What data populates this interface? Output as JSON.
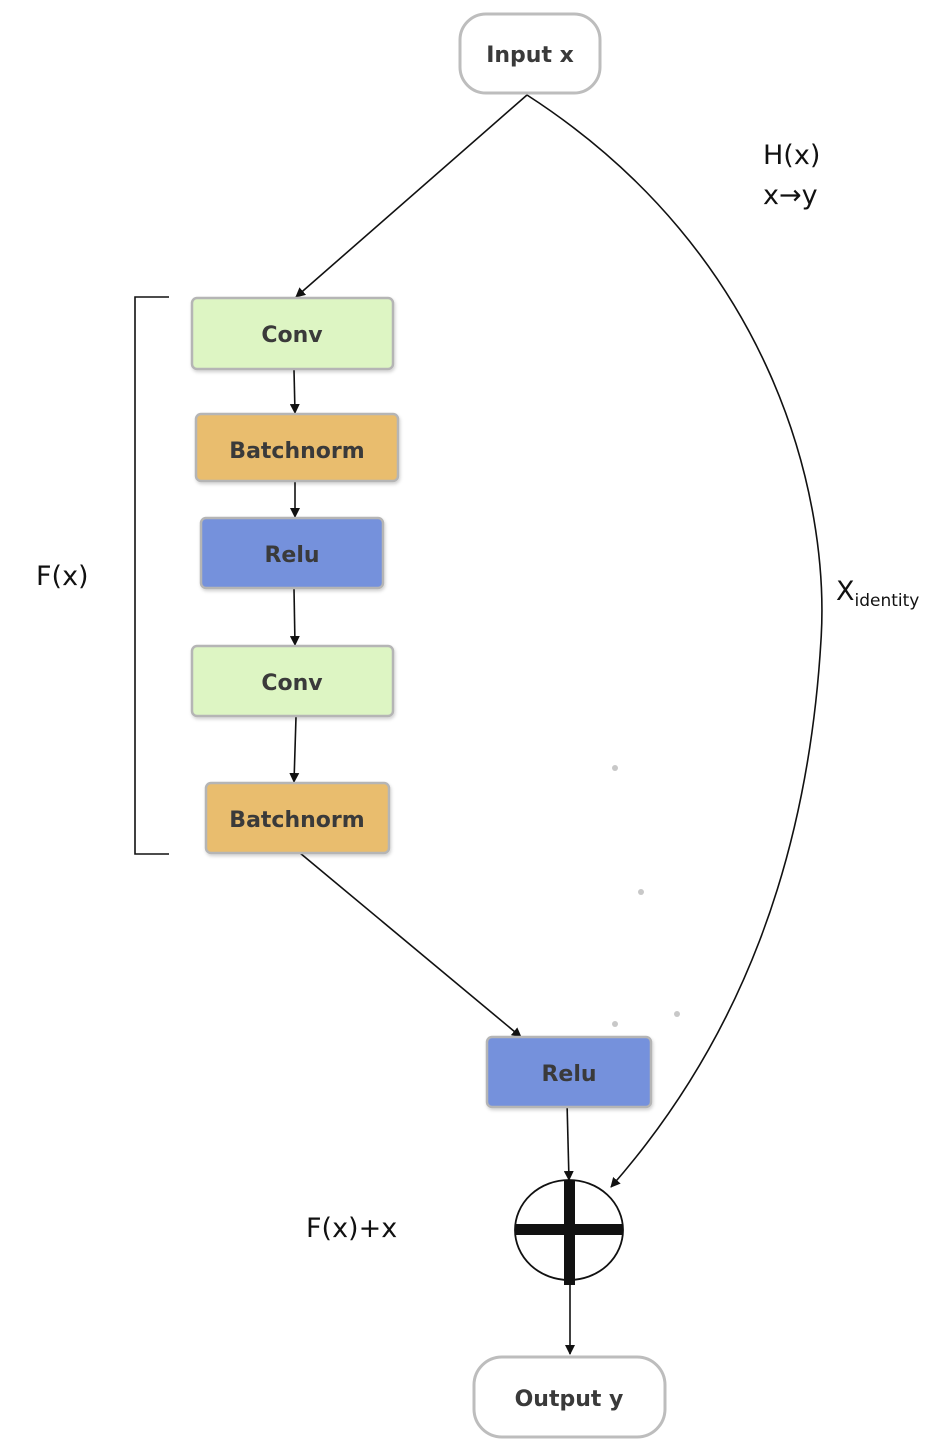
{
  "nodes": {
    "input": {
      "label": "Input x"
    },
    "conv1": {
      "label": "Conv"
    },
    "batchnorm1": {
      "label": "Batchnorm"
    },
    "relu1": {
      "label": "Relu"
    },
    "conv2": {
      "label": "Conv"
    },
    "batchnorm2": {
      "label": "Batchnorm"
    },
    "relu2": {
      "label": "Relu"
    },
    "output": {
      "label": "Output y"
    }
  },
  "labels": {
    "hx": "H(x)",
    "x_to_y": "x→y",
    "fx": "F(x)",
    "identity_main": "X",
    "identity_sub": "identity",
    "sum": "F(x)+x"
  },
  "colors": {
    "conv": "#ddf5c3",
    "batchnorm": "#e9bd6e",
    "relu": "#7591dc",
    "terminal_border": "#bdbdbd",
    "block_border": "#b5b5b5",
    "line": "#111111"
  }
}
